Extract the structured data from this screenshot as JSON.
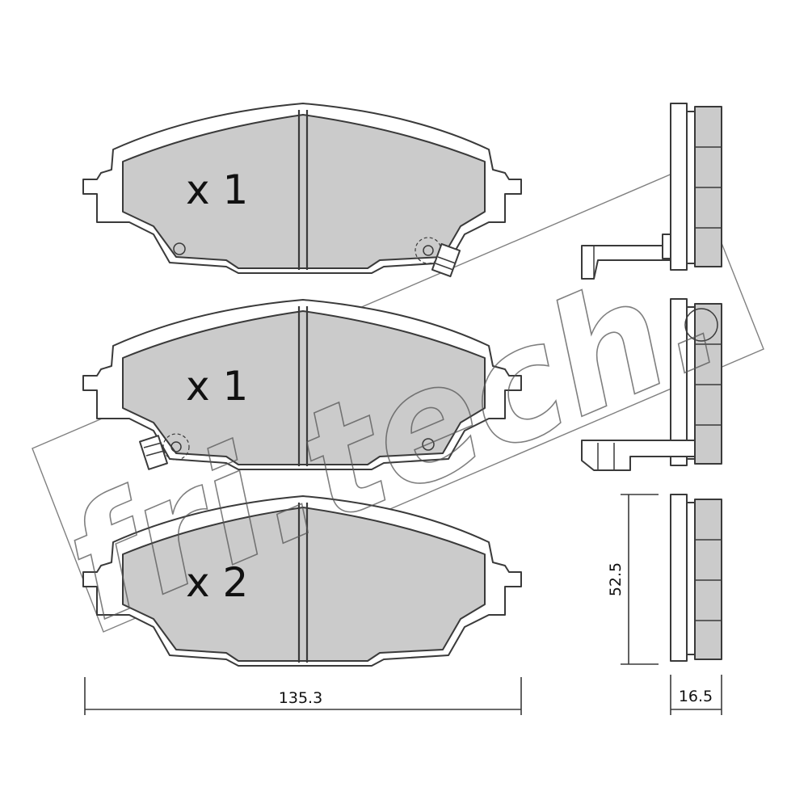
{
  "pads": [
    {
      "quantity_label": "x 1"
    },
    {
      "quantity_label": "x 1"
    },
    {
      "quantity_label": "x 2"
    }
  ],
  "dimensions": {
    "width": "135.3",
    "height": "52.5",
    "thickness": "16.5"
  },
  "watermark": {
    "text": "fri.tech."
  }
}
